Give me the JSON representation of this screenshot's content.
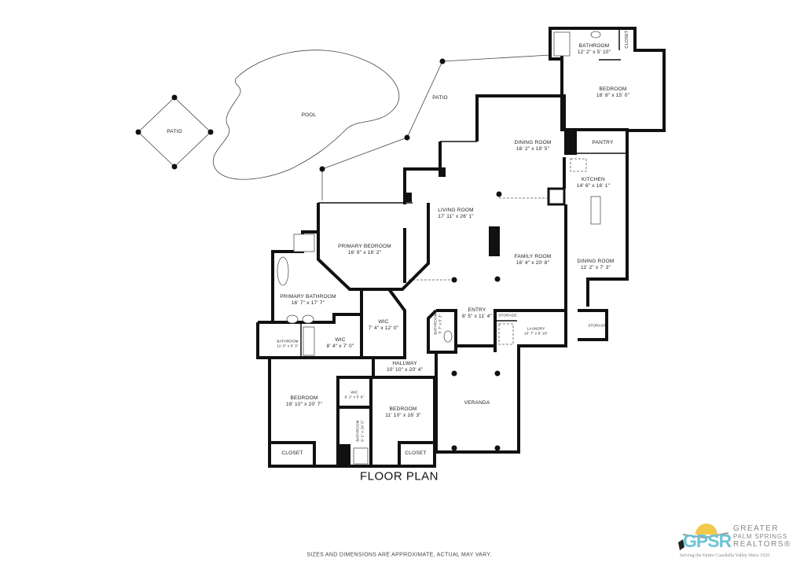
{
  "title": "FLOOR PLAN",
  "disclaimer": "SIZES AND DIMENSIONS ARE APPROXIMATE, ACTUAL MAY VARY.",
  "logo": {
    "mark": "GPSR",
    "line1": "GREATER",
    "line2": "PALM SPRINGS",
    "line3": "REALTORS®",
    "tagline": "Serving the Entire Coachella Valley Since 1920",
    "colors": {
      "sun": "#f2c94c",
      "text": "#6cc4d6",
      "gray": "#888888"
    }
  },
  "rooms": {
    "patio_left": {
      "name": "PATIO"
    },
    "pool": {
      "name": "POOL"
    },
    "patio": {
      "name": "PATIO"
    },
    "upper_bathroom": {
      "name": "BATHROOM",
      "dims": "12' 2\" x 5' 10\""
    },
    "upper_closet": {
      "name": "CLOSET"
    },
    "upper_bedroom": {
      "name": "BEDROOM",
      "dims": "18' 8\" x 15' 0\""
    },
    "dining_room": {
      "name": "DINING ROOM",
      "dims": "16' 2\" x 19' 5\""
    },
    "pantry": {
      "name": "PANTRY"
    },
    "kitchen": {
      "name": "KITCHEN",
      "dims": "14' 6\" x 16' 1\""
    },
    "living_room": {
      "name": "LIVING ROOM",
      "dims": "17' 11\" x 26' 1\""
    },
    "family_room": {
      "name": "FAMILY ROOM",
      "dims": "16' 4\" x 20' 8\""
    },
    "dining_room_2": {
      "name": "DINING ROOM",
      "dims": "11' 2\" x 7' 3\""
    },
    "primary_bedroom": {
      "name": "PRIMARY BEDROOM",
      "dims": "16' 9\" x 16' 2\""
    },
    "primary_bathroom": {
      "name": "PRIMARY BATHROOM",
      "dims": "16' 7\" x 17' 7\""
    },
    "wic_primary": {
      "name": "WIC",
      "dims": "7' 4\" x 12' 0\""
    },
    "wic_2": {
      "name": "WIC",
      "dims": "8' 4\" x 7' 0\""
    },
    "bathroom_small": {
      "name": "BATHROOM",
      "dims": "11' 0\" x 5' 3\""
    },
    "entry": {
      "name": "ENTRY",
      "dims": "8' 5\" x 11' 4\""
    },
    "entry_bathroom": {
      "name": "BATHROOM",
      "dims": "5' 7\" x 5' 3\""
    },
    "storage_1": {
      "name": "STORAGE"
    },
    "laundry": {
      "name": "LAUNDRY",
      "dims": "10' 7\" x 8' 10\""
    },
    "storage_2": {
      "name": "STORAGE"
    },
    "hallway": {
      "name": "HALLWAY",
      "dims": "10' 10\" x 20' 4\""
    },
    "veranda": {
      "name": "VERANDA"
    },
    "bedroom_left": {
      "name": "BEDROOM",
      "dims": "19' 10\" x 20' 7\""
    },
    "closet_left": {
      "name": "CLOSET"
    },
    "wic_3": {
      "name": "WIC",
      "dims": "6' 1\" x 5' 6\""
    },
    "bathroom_3": {
      "name": "BATHROOM",
      "dims": "6' 1\" x 10' 5\""
    },
    "bedroom_right": {
      "name": "BEDROOM",
      "dims": "11' 10\" x 16' 3\""
    },
    "closet_right": {
      "name": "CLOSET"
    }
  }
}
